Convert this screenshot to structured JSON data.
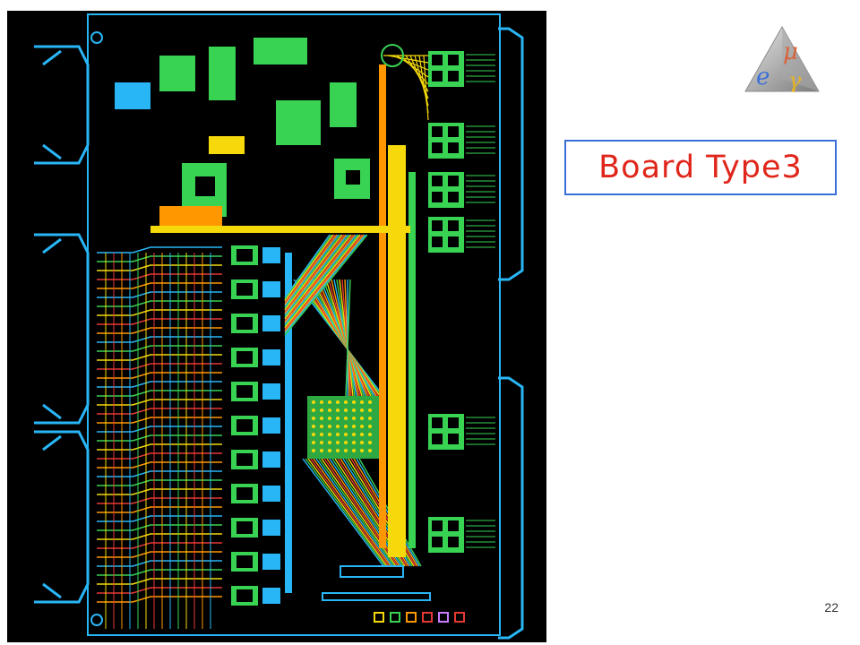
{
  "slide": {
    "title": "Board Type3",
    "page_number": "22",
    "pcb_image_icon": "pcb-layout-image",
    "logo_icon": "mu-e-gamma-logo",
    "logo_glyphs": {
      "mu": "μ",
      "e": "e",
      "gamma": "γ"
    },
    "colors": {
      "title_text": "#e0261a",
      "title_border": "#3a6fd8",
      "pcb_background": "#000000",
      "trace_cyan": "#29b6f6",
      "trace_green": "#39d353",
      "trace_yellow": "#f5d90a",
      "trace_red": "#e53935",
      "trace_orange": "#ff9800"
    }
  }
}
